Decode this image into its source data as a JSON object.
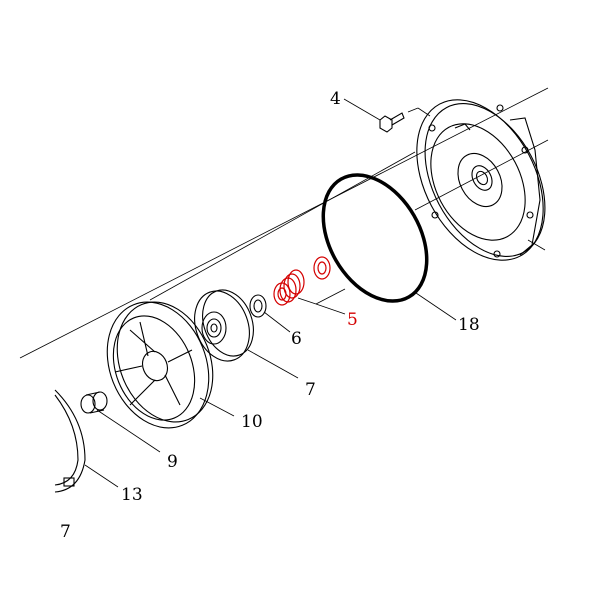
{
  "diagram": {
    "callouts": [
      {
        "id": "4",
        "label": "4"
      },
      {
        "id": "5",
        "label": "5",
        "highlight": true
      },
      {
        "id": "6",
        "label": "6"
      },
      {
        "id": "7a",
        "label": "7"
      },
      {
        "id": "9",
        "label": "9"
      },
      {
        "id": "10",
        "label": "10"
      },
      {
        "id": "13",
        "label": "13"
      },
      {
        "id": "17",
        "label": "7"
      },
      {
        "id": "18",
        "label": "18"
      }
    ],
    "colors": {
      "line": "#000000",
      "highlight": "#d40000",
      "background": "#ffffff"
    }
  }
}
